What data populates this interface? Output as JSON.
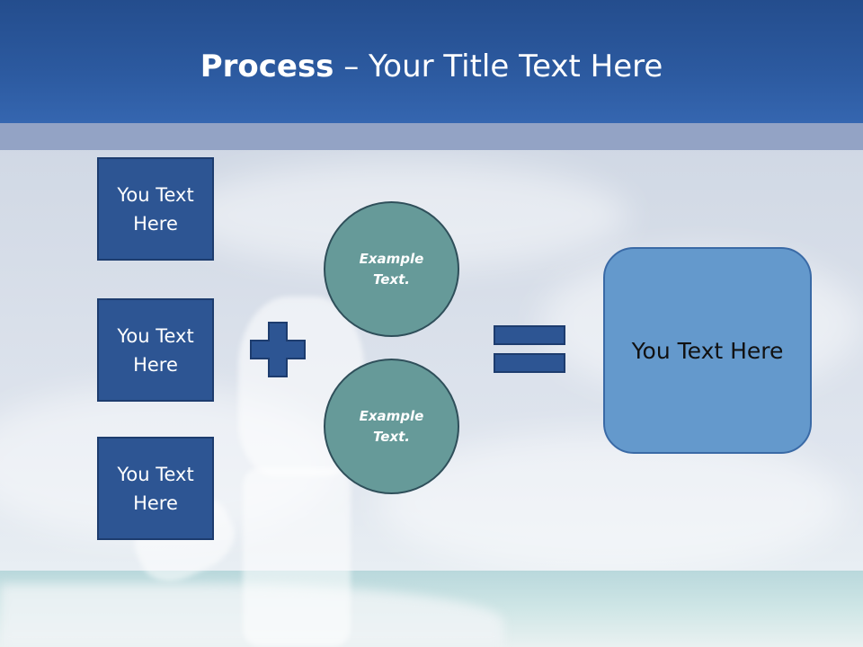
{
  "title": {
    "bold": "Process",
    "rest": " – Your Title Text Here"
  },
  "left_boxes": [
    {
      "line1": "You Text",
      "line2": "Here"
    },
    {
      "line1": "You Text",
      "line2": "Here"
    },
    {
      "line1": "You Text",
      "line2": "Here"
    }
  ],
  "circles": [
    {
      "line1": "Example",
      "line2": "Text."
    },
    {
      "line1": "Example",
      "line2": "Text."
    }
  ],
  "result": {
    "text": "You Text Here"
  },
  "colors": {
    "header": "#2c5aa0",
    "subband": "#93a3c5",
    "box_fill": "#2d5593",
    "circle_fill": "#669a99",
    "result_fill": "#6499cc"
  },
  "icons": [
    "plus-icon",
    "equals-icon"
  ]
}
